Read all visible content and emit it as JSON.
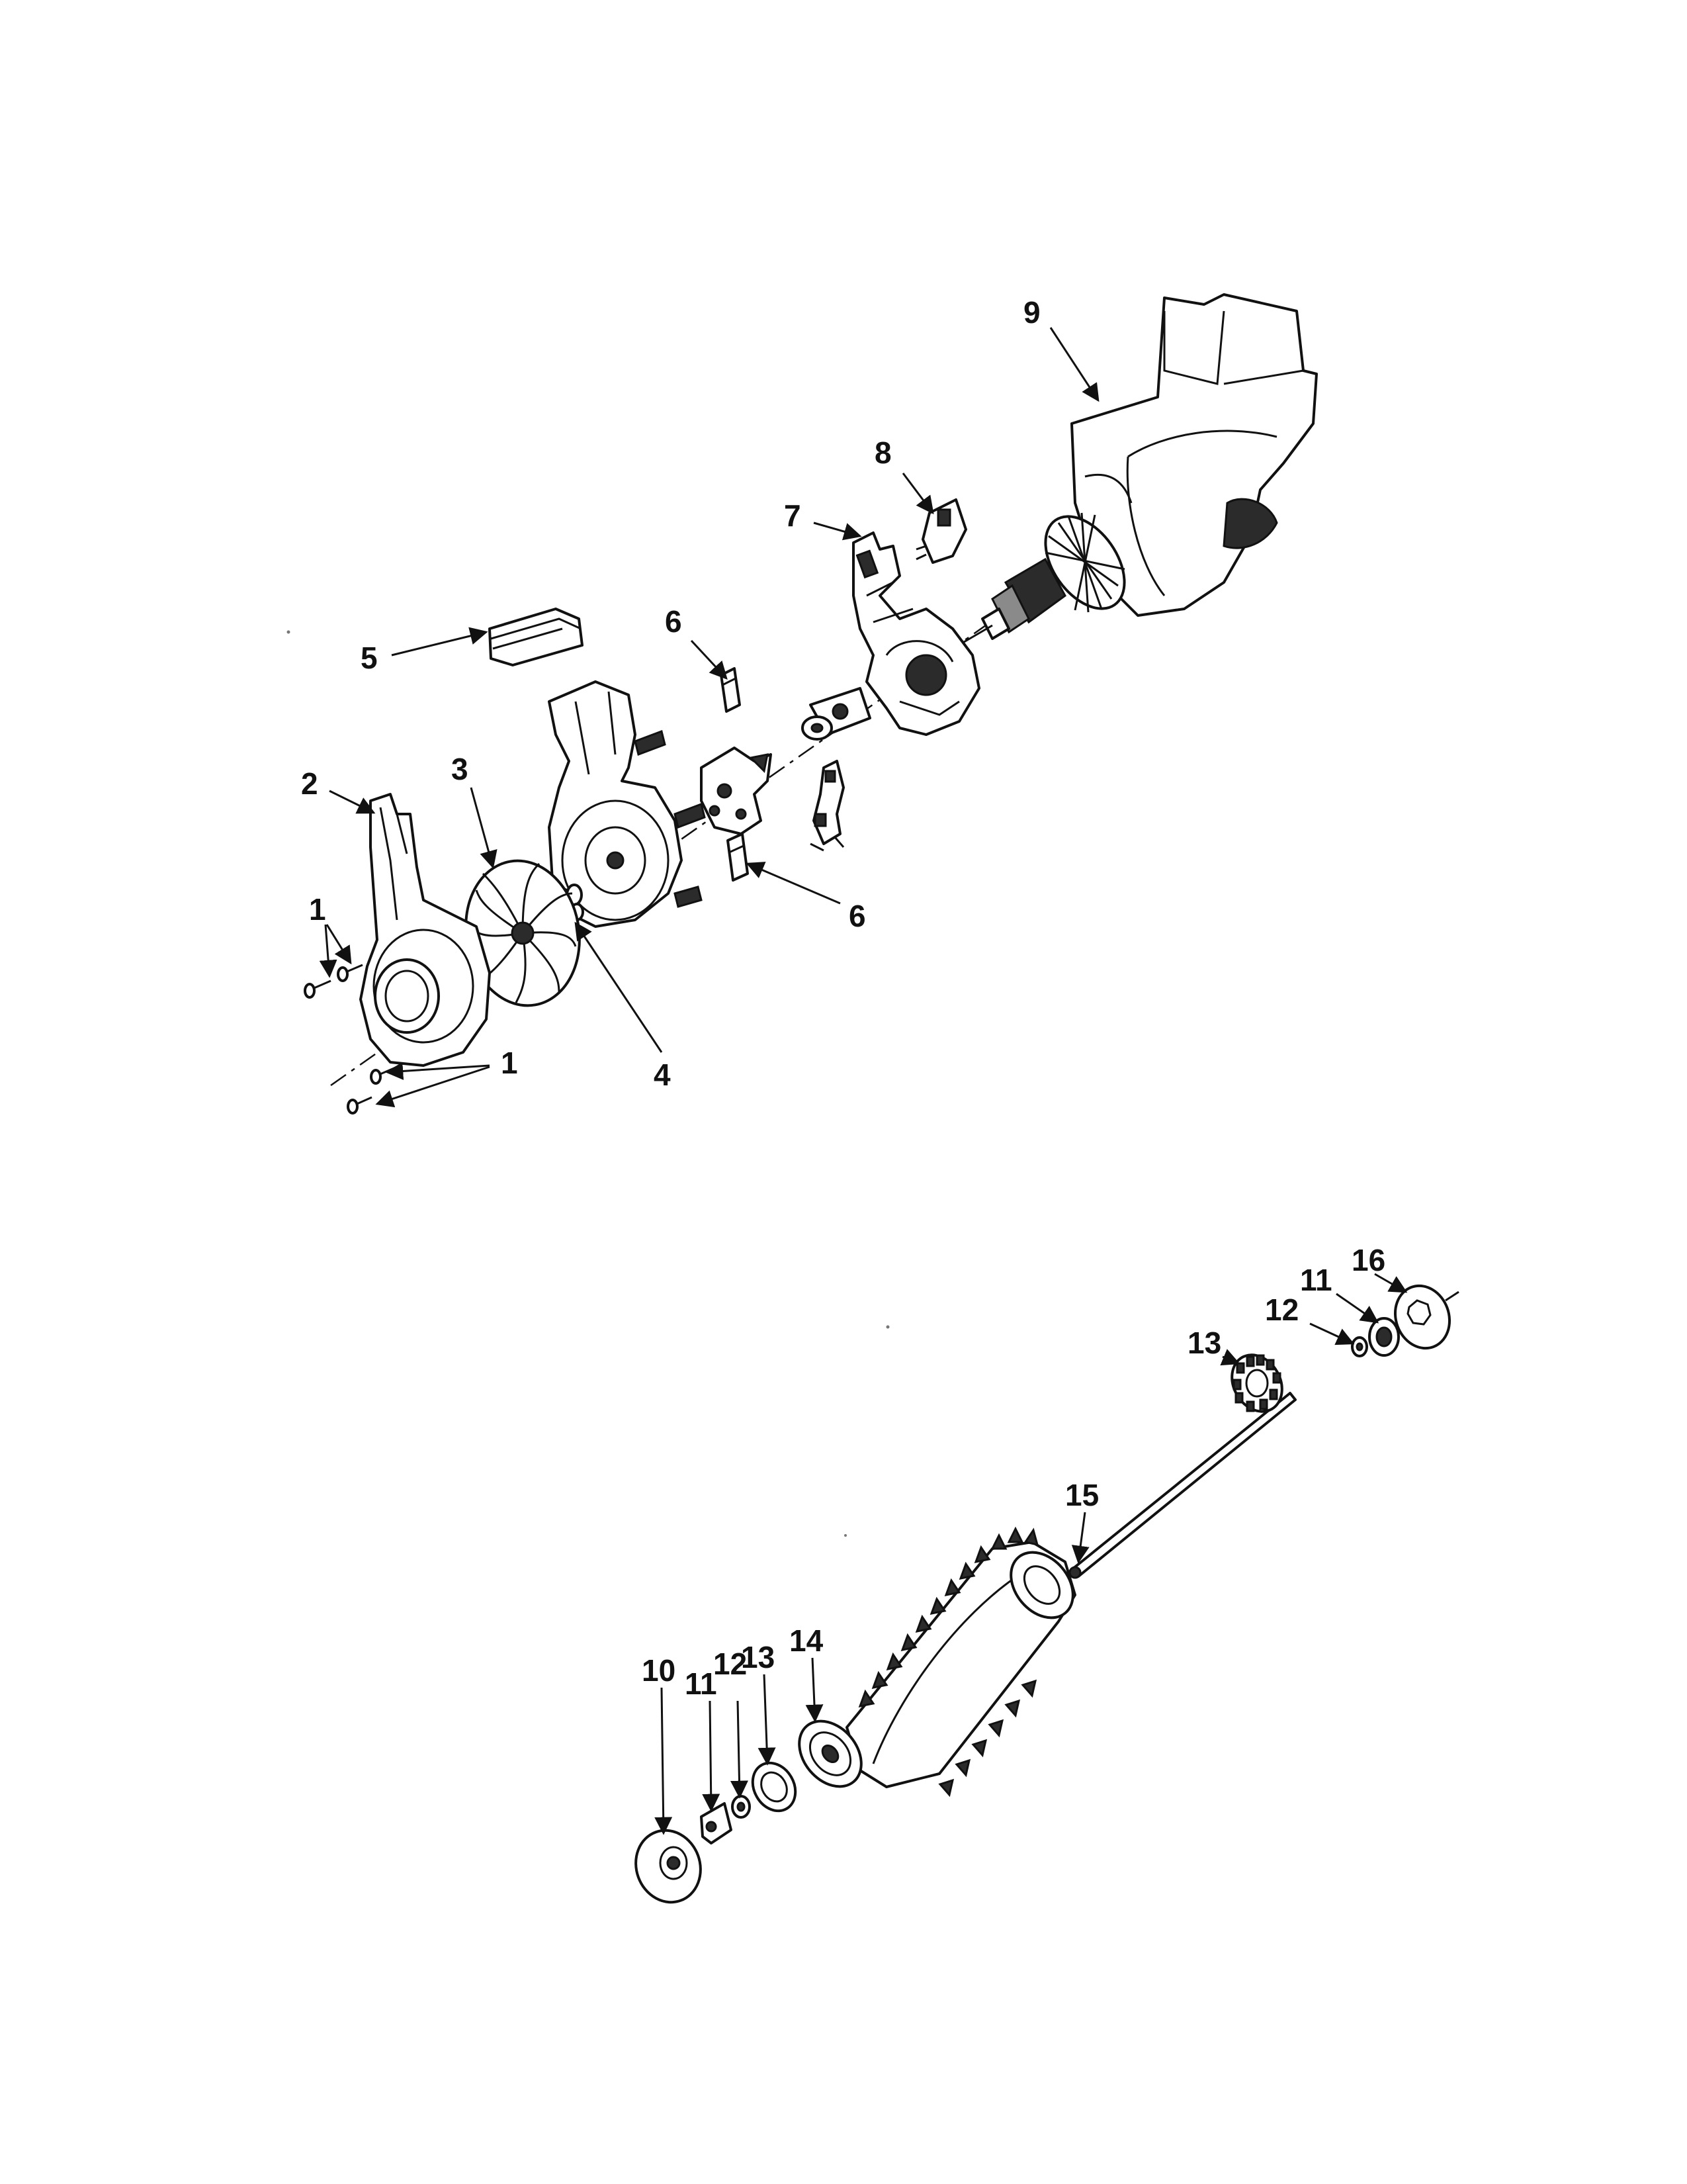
{
  "callouts": {
    "c1a": "1",
    "c1b": "1",
    "c2": "2",
    "c3": "3",
    "c4": "4",
    "c5": "5",
    "c6a": "6",
    "c6b": "6",
    "c7": "7",
    "c8": "8",
    "c9": "9",
    "c10": "10",
    "c11a": "11",
    "c11b": "11",
    "c12a": "12",
    "c12b": "12",
    "c13a": "13",
    "c13b": "13",
    "c14": "14",
    "c15": "15",
    "c16": "16"
  },
  "colors": {
    "line": "#111111",
    "background": "#ffffff"
  }
}
